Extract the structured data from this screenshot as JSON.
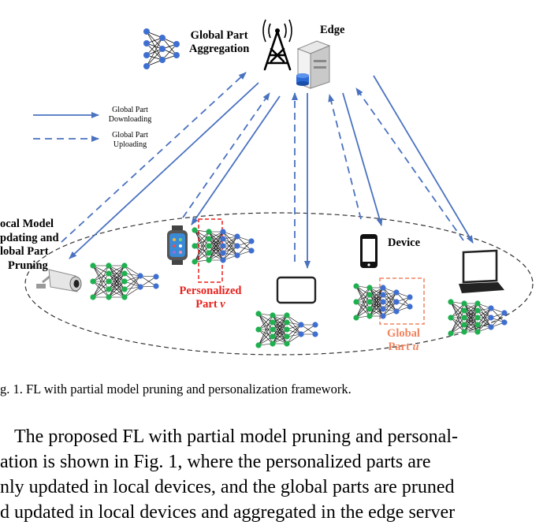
{
  "figure": {
    "edge_label": "Edge",
    "global_aggregation": [
      "Global Part",
      "Aggregation"
    ],
    "legend": {
      "downloading": [
        "Global Part",
        "Downloading"
      ],
      "uploading": [
        "Global Part",
        "Uploading"
      ]
    },
    "local_updating": [
      "ocal Model",
      "pdating and",
      "lobal Part",
      "Pruning"
    ],
    "personalized": {
      "text": "Personalized",
      "part": "Part ",
      "var": "v"
    },
    "device_label": "Device",
    "global_part": {
      "text": "Global",
      "part": "Part ",
      "var": "u"
    },
    "colors": {
      "arrow": "#4a72c0",
      "node_green": "#1fb050",
      "node_blue": "#3f6fd0",
      "red_box": "#e8201c",
      "orange_box": "#f0845f"
    }
  },
  "caption": "g. 1.  FL with partial model pruning and personalization framework.",
  "paragraph": [
    "The proposed FL with partial model pruning and personal-",
    "ation is shown in Fig. 1, where the personalized parts are",
    "nly updated in local devices, and the global parts are pruned",
    "d updated in local devices and aggregated in the edge server"
  ]
}
